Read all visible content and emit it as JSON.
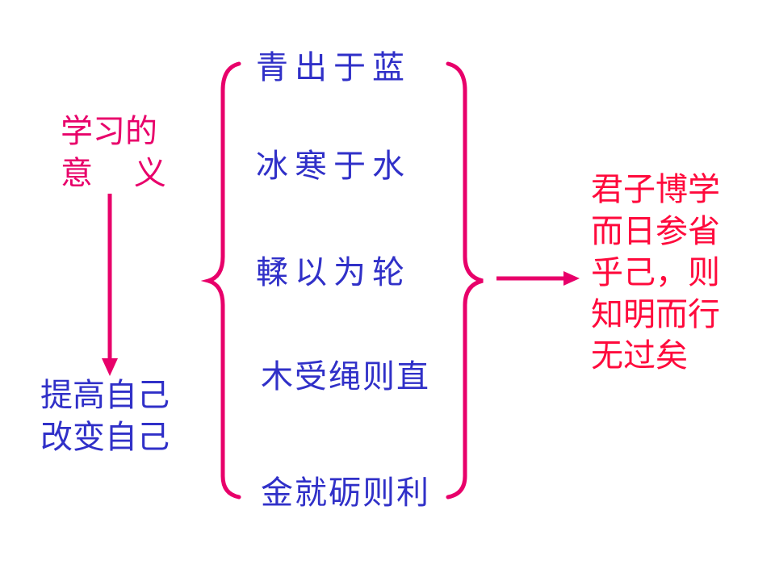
{
  "meaning_label": "学习的\n意    义",
  "result_label": "提高自己\n改变自己",
  "phrases": [
    "青出于蓝",
    "冰寒于水",
    "輮以为轮",
    "木受绳则直",
    "金就砺则利"
  ],
  "conclusion": "君子博学\n而日参省\n乎己，则\n知明而行\n无过矣",
  "colors": {
    "pink": "#e8006a",
    "blue": "#3030c8",
    "red": "#ff0a3c"
  }
}
